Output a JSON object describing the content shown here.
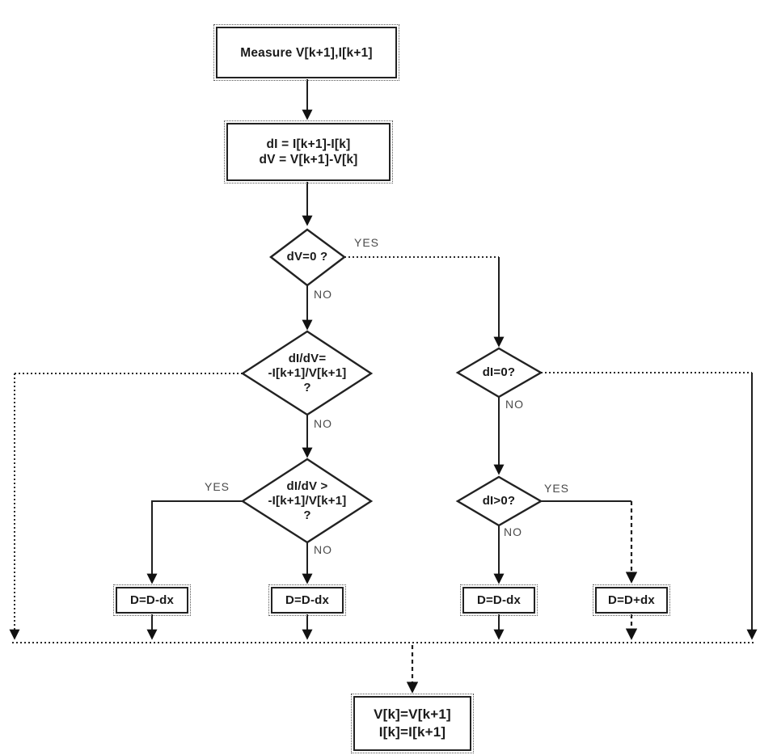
{
  "diagram": {
    "type": "flowchart",
    "colors": {
      "ink": "#1f1f1f",
      "background": "#ffffff"
    },
    "nodes": {
      "measure": {
        "label": "Measure V[k+1],I[k+1]"
      },
      "calc": {
        "line1": "dI = I[k+1]-I[k]",
        "line2": "dV = V[k+1]-V[k]"
      },
      "dv_zero": {
        "label": "dV=0 ?"
      },
      "didv_eq": {
        "line1": "dI/dV=",
        "line2": "-I[k+1]/V[k+1]",
        "line3": "?"
      },
      "di_zero": {
        "label": "dI=0?"
      },
      "didv_gt": {
        "line1": "dI/dV >",
        "line2": "-I[k+1]/V[k+1]",
        "line3": "?"
      },
      "di_gt_zero": {
        "label": "dI>0?"
      },
      "dec1": {
        "label": "D=D-dx"
      },
      "dec2": {
        "label": "D=D-dx"
      },
      "dec3": {
        "label": "D=D-dx"
      },
      "inc": {
        "label": "D=D+dx"
      },
      "update": {
        "line1": "V[k]=V[k+1]",
        "line2": "I[k]=I[k+1]"
      }
    },
    "edge_labels": {
      "dv_zero_yes": "YES",
      "dv_zero_no": "NO",
      "didv_eq_no": "NO",
      "didv_gt_yes": "YES",
      "didv_gt_no": "NO",
      "di_zero_no": "NO",
      "di_gt_zero_yes": "YES",
      "di_gt_zero_no": "NO"
    }
  }
}
